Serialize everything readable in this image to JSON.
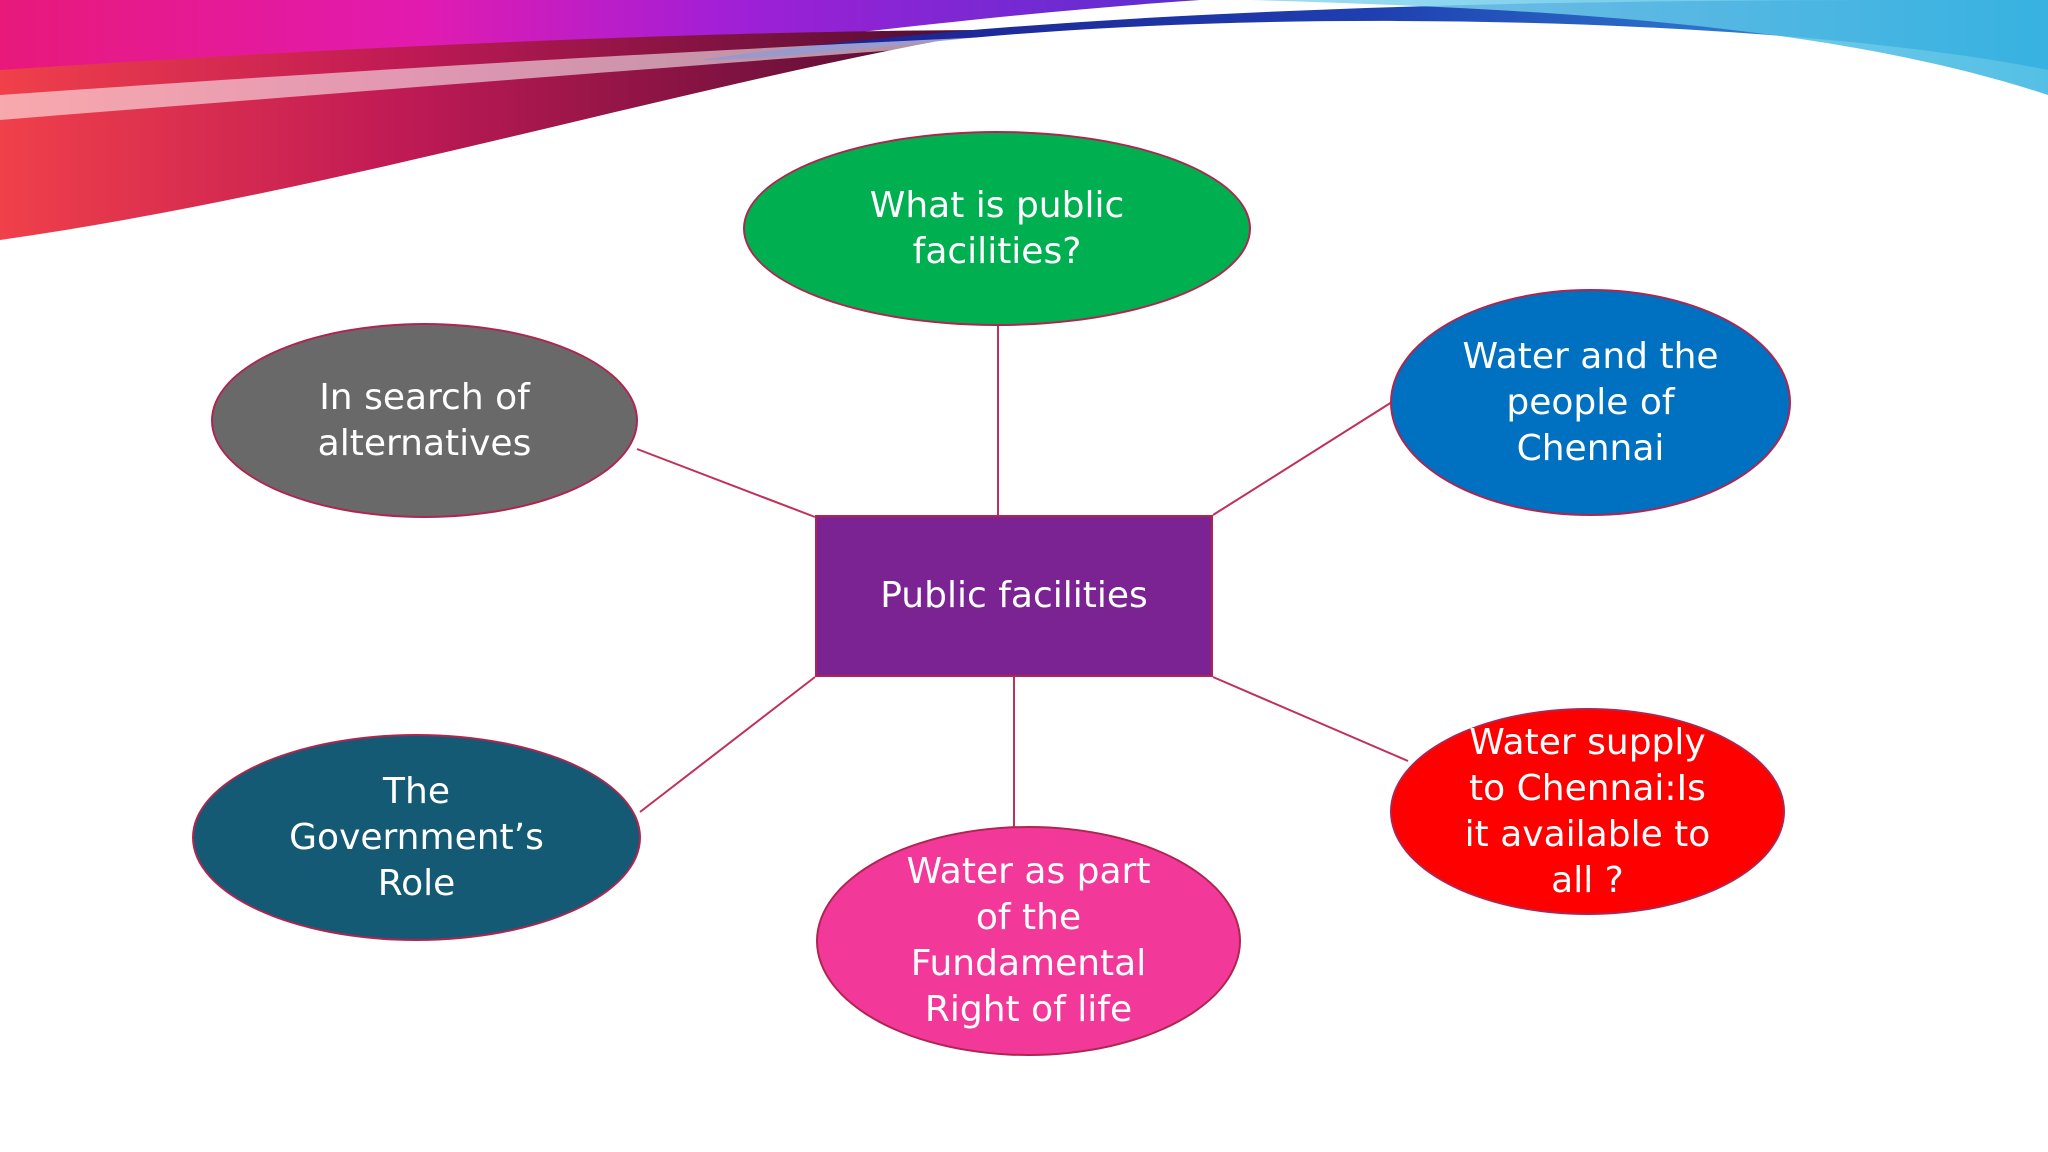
{
  "diagram": {
    "center": {
      "label": "Public facilities",
      "color": "#7b2393"
    },
    "nodes": [
      {
        "id": "top",
        "label": "What is public\nfacilities?",
        "color": "#00b050"
      },
      {
        "id": "upper-left",
        "label": "In search of\nalternatives",
        "color": "#696969"
      },
      {
        "id": "upper-right",
        "label": "Water and the\npeople of\nChennai",
        "color": "#0070c0"
      },
      {
        "id": "lower-left",
        "label": "The\nGovernment’s\nRole",
        "color": "#145a74"
      },
      {
        "id": "bottom",
        "label": "Water as  part\nof the\nFundamental\nRight of life",
        "color": "#f2399a"
      },
      {
        "id": "lower-right",
        "label": "Water supply\nto Chennai:Is\nit available to\nall  ?",
        "color": "#ff0000"
      }
    ],
    "connector_color": "#c0305a",
    "border_color": "#b0254f"
  }
}
